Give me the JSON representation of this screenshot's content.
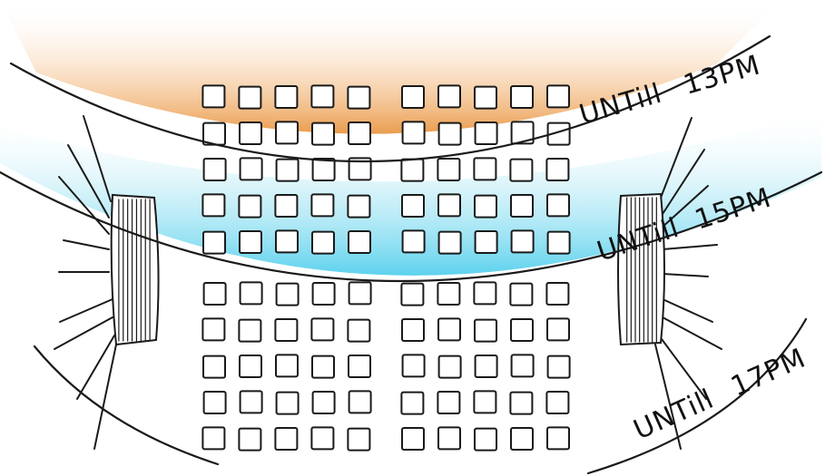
{
  "bands": [
    {
      "id": "band-13pm",
      "word": "UNTill",
      "time": "13PM",
      "color": "#f0a860"
    },
    {
      "id": "band-15pm",
      "word": "UNTill",
      "time": "15PM",
      "color": "#40c8e8"
    },
    {
      "id": "band-17pm",
      "word": "UNTill",
      "time": "17PM",
      "color": "none"
    }
  ],
  "seating": {
    "rows": 10,
    "columns_per_block": 5,
    "blocks": 2
  },
  "speakers": [
    {
      "side": "left"
    },
    {
      "side": "right"
    }
  ]
}
